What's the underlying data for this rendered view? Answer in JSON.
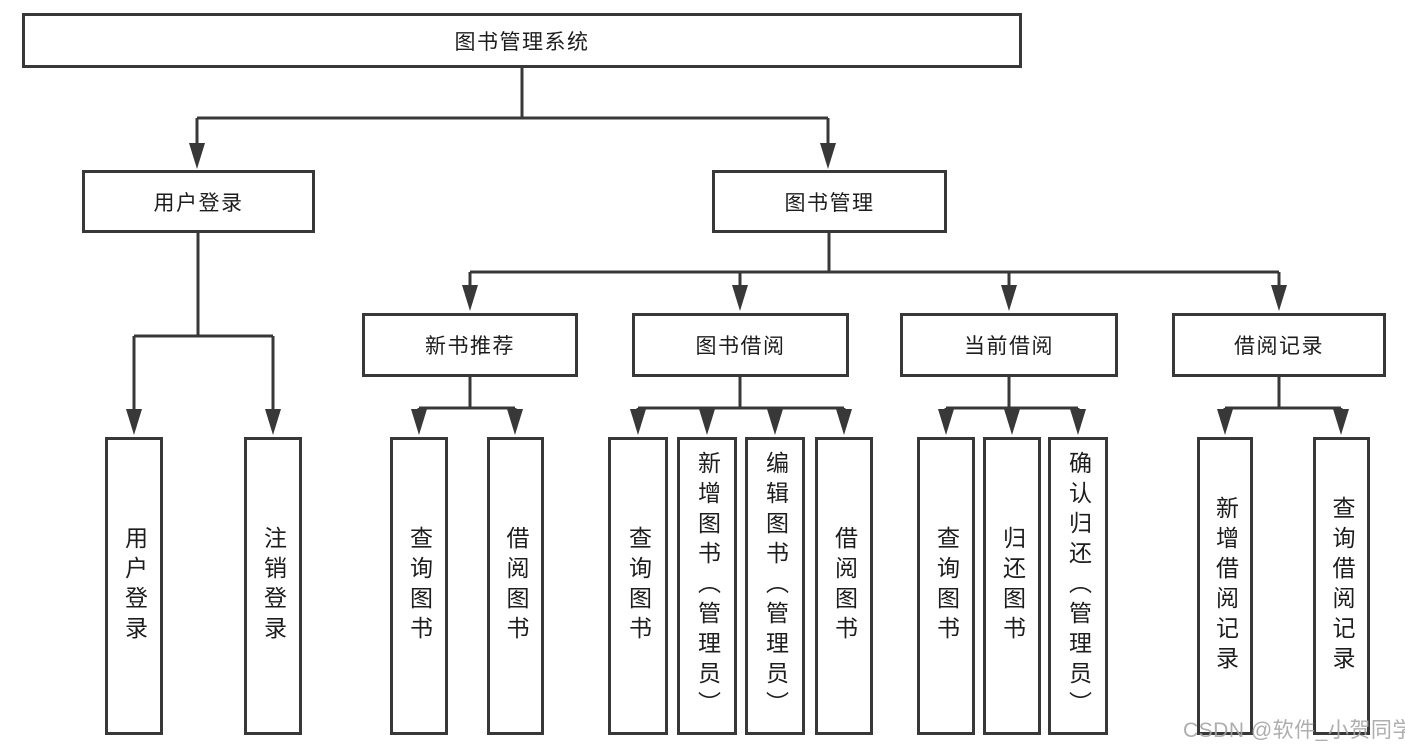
{
  "tree": {
    "root": "图书管理系统",
    "branches": [
      {
        "label": "用户登录",
        "children": [
          "用户登录",
          "注销登录"
        ]
      },
      {
        "label": "图书管理",
        "groups": [
          {
            "label": "新书推荐",
            "children": [
              "查询图书",
              "借阅图书"
            ]
          },
          {
            "label": "图书借阅",
            "children": [
              "查询图书",
              "新增图书（管理员）",
              "编辑图书（管理员）",
              "借阅图书"
            ]
          },
          {
            "label": "当前借阅",
            "children": [
              "查询图书",
              "归还图书",
              "确认归还（管理员）"
            ]
          },
          {
            "label": "借阅记录",
            "children": [
              "新增借阅记录",
              "查询借阅记录"
            ]
          }
        ]
      }
    ]
  },
  "watermark": {
    "text": "CSDN @软件_小贺同学"
  },
  "colors": {
    "line": "#383838",
    "text": "#1d1d1d",
    "watermark": "#a5a5a5",
    "background": "#ffffff"
  }
}
